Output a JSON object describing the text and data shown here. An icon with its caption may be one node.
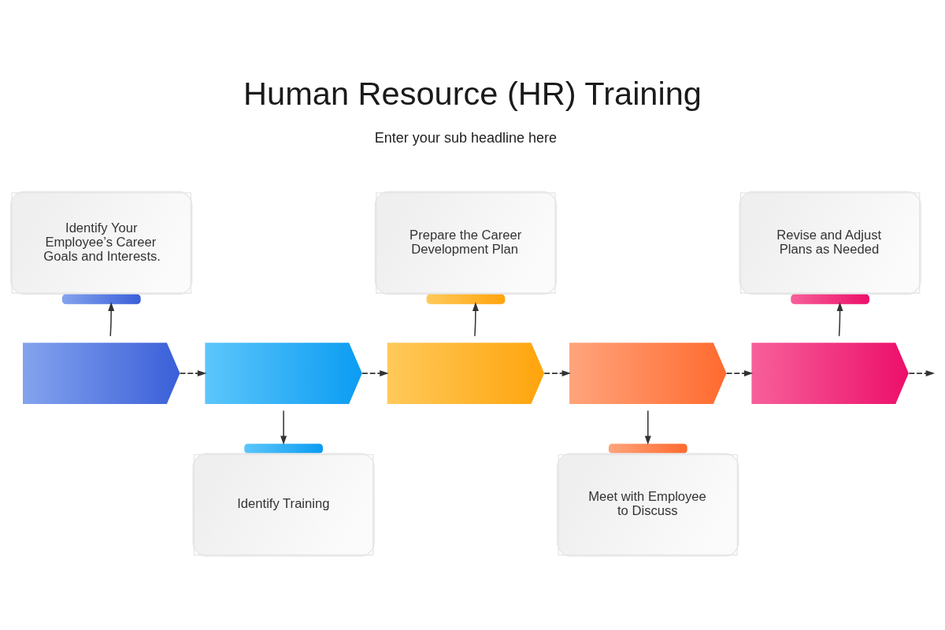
{
  "diagram": {
    "title": "Human Resource (HR) Training",
    "nodes": [
      {
        "text": [],
        "shape": "chevron"
      },
      {
        "text": [],
        "shape": "chevron"
      },
      {
        "text": [],
        "shape": "chevron"
      },
      {
        "text": [],
        "shape": "chevron"
      },
      {
        "text": [],
        "shape": "chevron"
      },
      {
        "text": [
          "Identify Your Employee’s Career Goals and Interests."
        ]
      },
      {
        "text": [
          "Identify Training"
        ]
      },
      {
        "text": [
          "Prepare the Career Development Plan"
        ]
      },
      {
        "text": [
          "Meet with Employee to Discuss"
        ]
      },
      {
        "text": [
          "Revise and Adjust Plans as Needed"
        ]
      }
    ],
    "edges": [
      {
        "from": 0,
        "to": 5,
        "arrow": "to"
      },
      {
        "from": 1,
        "to": 6,
        "arrow": "to"
      },
      {
        "from": 2,
        "to": 7,
        "arrow": "to"
      },
      {
        "from": 3,
        "to": 8,
        "arrow": "to"
      },
      {
        "from": 4,
        "to": 9,
        "arrow": "to"
      },
      {
        "from": 0,
        "to": 1,
        "arrow": "to",
        "style": "dashed"
      },
      {
        "from": 1,
        "to": 2,
        "arrow": "to",
        "style": "dashed"
      },
      {
        "from": 2,
        "to": 3,
        "arrow": "to",
        "style": "dashed"
      },
      {
        "from": 3,
        "to": 4,
        "arrow": "to",
        "style": "dashed"
      },
      {
        "from": 4,
        "to": null,
        "arrow": "to",
        "style": "dashed"
      }
    ],
    "labels": [
      "Enter your sub headline here"
    ]
  }
}
